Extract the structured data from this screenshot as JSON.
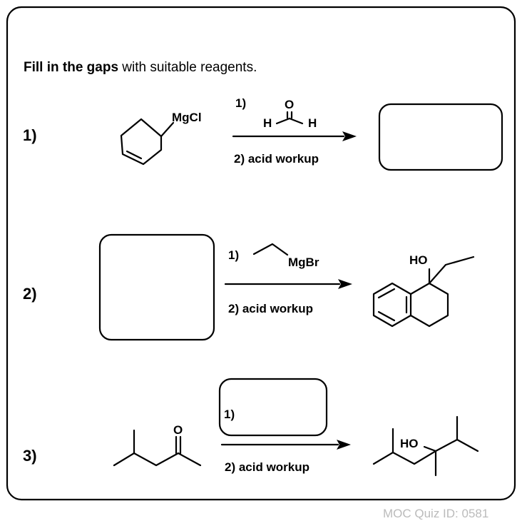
{
  "instruction": {
    "bold": "Fill in the gaps",
    "rest": " with suitable reagents."
  },
  "reactions": [
    {
      "number": "1)",
      "above": {
        "step": "1)",
        "reagent_O": "O",
        "reagent_H1": "H",
        "reagent_H2": "H"
      },
      "below": "2) acid workup",
      "start_label": "MgCl"
    },
    {
      "number": "2)",
      "above": {
        "step": "1)",
        "reagent": "MgBr"
      },
      "below": "2) acid workup",
      "product_label": "HO"
    },
    {
      "number": "3)",
      "above": {
        "step": "1)"
      },
      "below": "2) acid workup",
      "start_label": "O",
      "product_label": "HO"
    }
  ],
  "footer": {
    "quiz_id": "MOC Quiz ID: 0581"
  }
}
